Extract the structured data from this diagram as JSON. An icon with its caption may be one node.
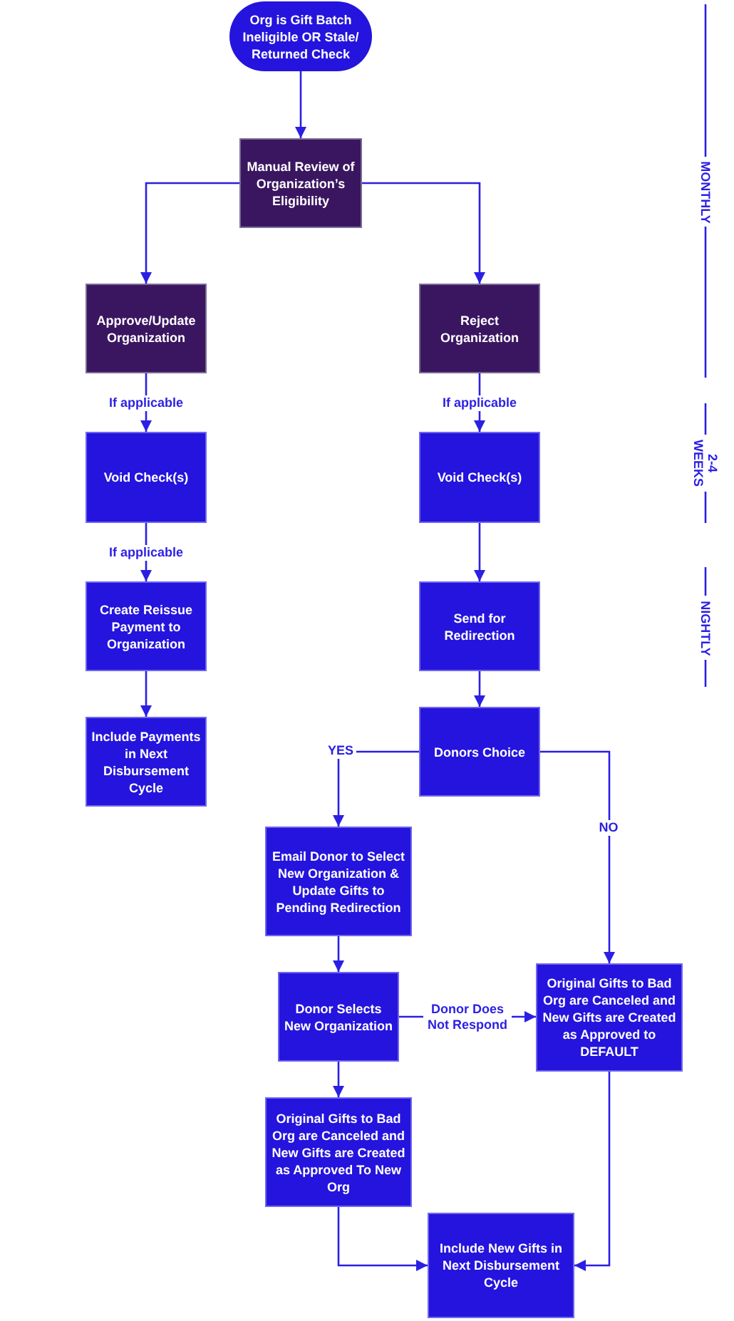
{
  "diagram": {
    "nodes": [
      {
        "text": [
          "Org is Gift Batch Ineligible OR Stale/ Returned Check"
        ]
      },
      {
        "text": [
          "Manual Review of Organization’s Eligibility"
        ]
      },
      {
        "text": [
          "Approve/Update Organization"
        ]
      },
      {
        "text": [
          "Reject Organization"
        ]
      },
      {
        "text": [
          "Void Check(s)"
        ]
      },
      {
        "text": [
          "Void Check(s)"
        ]
      },
      {
        "text": [
          "Create Reissue Payment to Organization"
        ]
      },
      {
        "text": [
          "Send for Redirection"
        ]
      },
      {
        "text": [
          "Include Payments in Next Disbursement Cycle"
        ]
      },
      {
        "text": [
          "Donors Choice"
        ]
      },
      {
        "text": [
          "Email Donor to Select New Organization & Update Gifts to Pending Redirection"
        ]
      },
      {
        "text": [
          "Donor Selects New Organization"
        ]
      },
      {
        "text": [
          "Original Gifts to Bad Org are Canceled and New Gifts are Created as Approved to DEFAULT"
        ]
      },
      {
        "text": [
          "Original Gifts to Bad Org are Canceled and New Gifts are Created as Approved To New Org"
        ]
      },
      {
        "text": [
          "Include New Gifts in Next Disbursement Cycle"
        ]
      }
    ],
    "edges": [
      {
        "from": 0,
        "to": 1,
        "arrow": "to"
      },
      {
        "from": 1,
        "to": 2,
        "arrow": "to"
      },
      {
        "from": 1,
        "to": 3,
        "arrow": "to"
      },
      {
        "from": 2,
        "to": 4,
        "arrow": "to",
        "label": "If applicable"
      },
      {
        "from": 3,
        "to": 5,
        "arrow": "to",
        "label": "If applicable"
      },
      {
        "from": 4,
        "to": 6,
        "arrow": "to",
        "label": "If applicable"
      },
      {
        "from": 5,
        "to": 7,
        "arrow": "to"
      },
      {
        "from": 6,
        "to": 8,
        "arrow": "to"
      },
      {
        "from": 7,
        "to": 9,
        "arrow": "to"
      },
      {
        "from": 9,
        "to": 10,
        "arrow": "to",
        "label": "YES"
      },
      {
        "from": 9,
        "to": 12,
        "arrow": "to",
        "label": "NO"
      },
      {
        "from": 10,
        "to": 11,
        "arrow": "to"
      },
      {
        "from": 11,
        "to": 12,
        "arrow": "to",
        "label": "Donor Does Not Respond"
      },
      {
        "from": 11,
        "to": 13,
        "arrow": "to"
      },
      {
        "from": 13,
        "to": 14,
        "arrow": "to"
      },
      {
        "from": 12,
        "to": 14,
        "arrow": "to"
      }
    ],
    "labels": [
      "MONTHLY",
      "2-4 WEEKS",
      "NIGHTLY"
    ]
  }
}
